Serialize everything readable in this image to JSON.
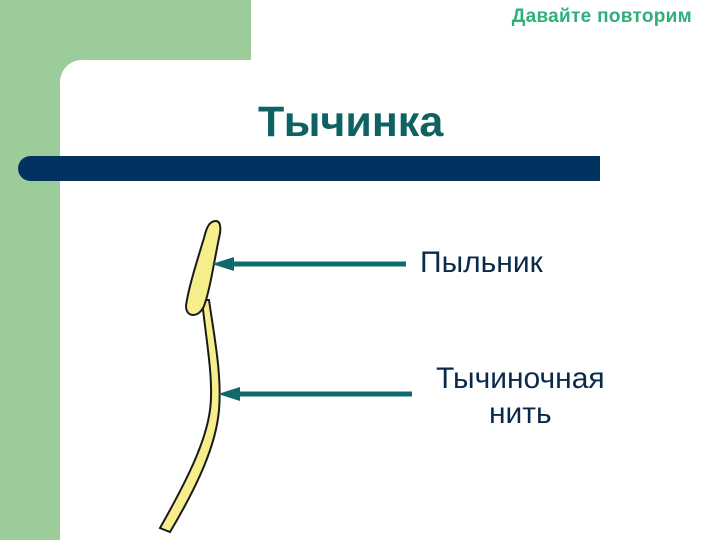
{
  "header": {
    "label": "Давайте повторим"
  },
  "slide": {
    "title": "Тычинка",
    "labels": {
      "anther": "Пыльник",
      "filament_line1": "Тычиночная",
      "filament_line2": "нить"
    }
  },
  "colors": {
    "background_green": "#9ccc9a",
    "header_text": "#2fb07a",
    "title_text": "#0f6262",
    "title_bar": "#02325f",
    "arrow": "#0f6a6a",
    "stamen_fill": "#f6ee8a",
    "label_text": "#0a2a4a"
  }
}
